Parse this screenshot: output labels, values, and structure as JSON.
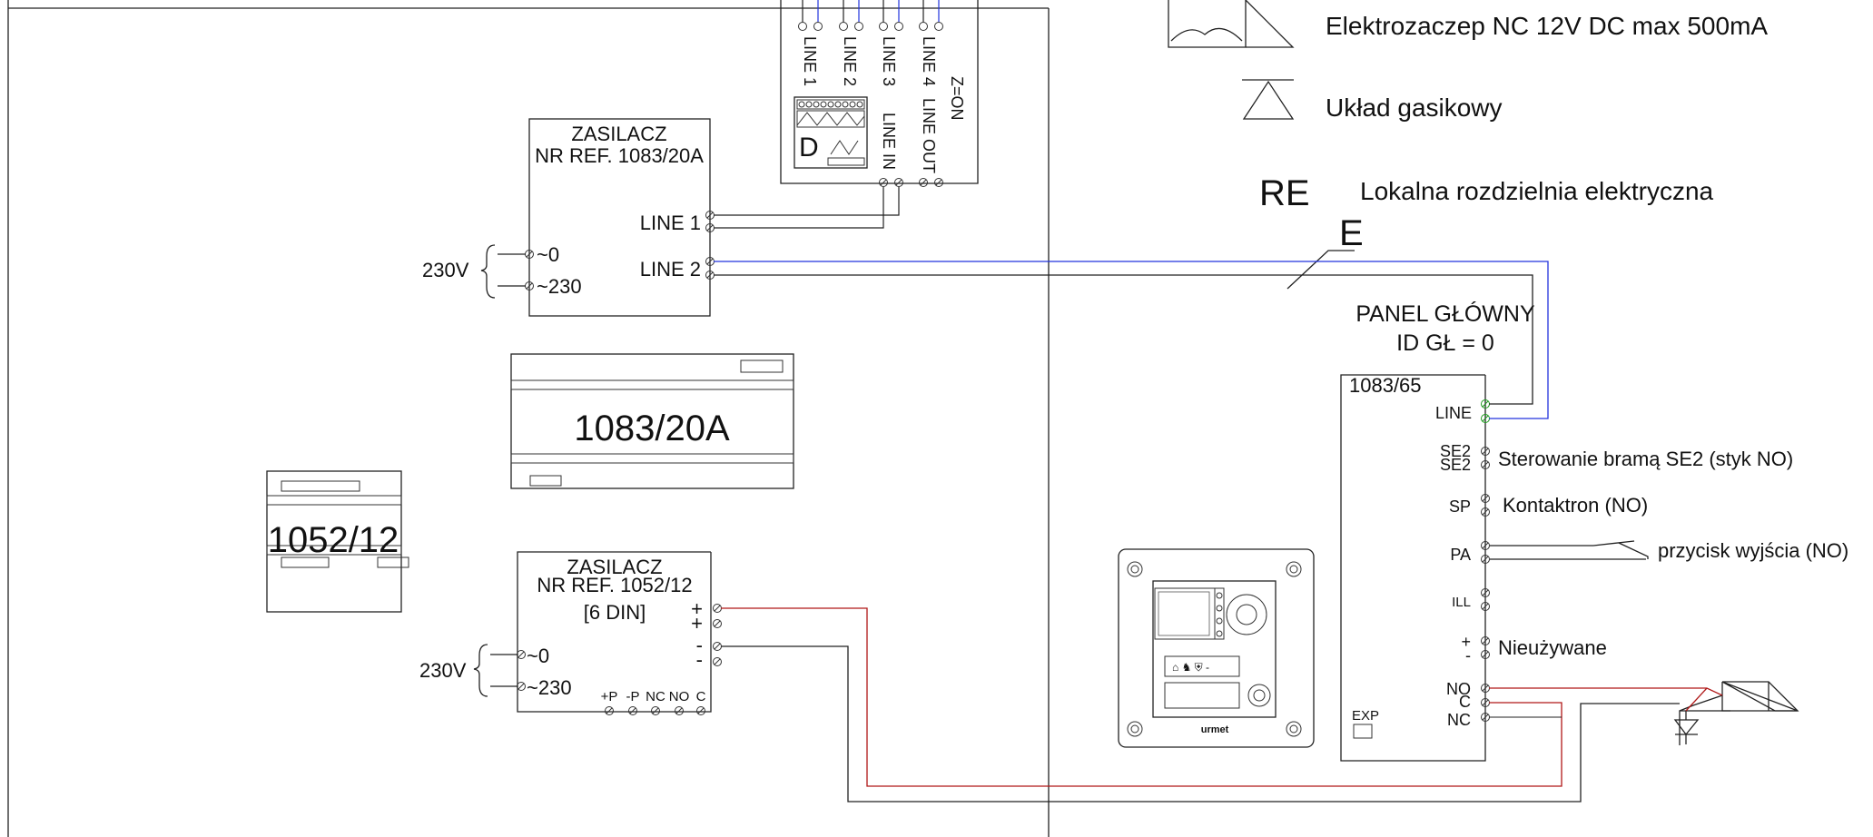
{
  "legend": {
    "lock": "Elektrozaczep NC 12V DC max 500mA",
    "suppressor": "Układ gasikowy",
    "re_symbol": "RE",
    "re_text": "Lokalna rozdzielnia elektryczna",
    "e_symbol": "E"
  },
  "distributor": {
    "lines": [
      "LINE 1",
      "LINE 2",
      "LINE 3",
      "LINE 4"
    ],
    "line_in": "LINE IN",
    "line_out": "LINE OUT",
    "z_on": "Z=ON",
    "badge": "D"
  },
  "psu_20a": {
    "title": "ZASILACZ",
    "ref": "NR REF. 1083/20A",
    "line1": "LINE 1",
    "line2": "LINE 2",
    "mains_label": "230V",
    "mains_0": "~0",
    "mains_230": "~230"
  },
  "module_20a": {
    "label": "1083/20A"
  },
  "module_12": {
    "label": "1052/12"
  },
  "psu_12": {
    "title": "ZASILACZ",
    "ref": "NR REF. 1052/12",
    "size": "[6 DIN]",
    "plus": "+",
    "minus": "-",
    "mains_label": "230V",
    "mains_0": "~0",
    "mains_230": "~230",
    "bottom_terms": [
      "+P",
      "-P",
      "NC",
      "NO",
      "C"
    ]
  },
  "panel": {
    "title": "PANEL GŁÓWNY",
    "id": "ID GŁ = 0",
    "model": "1083/65",
    "line": "LINE",
    "se2_a": "SE2",
    "se2_b": "SE2",
    "se2_desc": "Sterowanie bramą  SE2 (styk NO)",
    "sp": "SP",
    "sp_desc": "Kontaktron (NO)",
    "pa": "PA",
    "pa_desc": "przycisk wyjścia (NO)",
    "ill": "ILL",
    "pm_plus": "+",
    "pm_minus": "-",
    "pm_desc": "Nieużywane",
    "no": "NO",
    "c": "C",
    "nc": "NC",
    "exp": "EXP"
  },
  "device": {
    "brand": "urmet"
  },
  "colors": {
    "blue": "#2233dd",
    "red": "#b01818",
    "green": "#1a9a1a",
    "line": "#222222"
  }
}
